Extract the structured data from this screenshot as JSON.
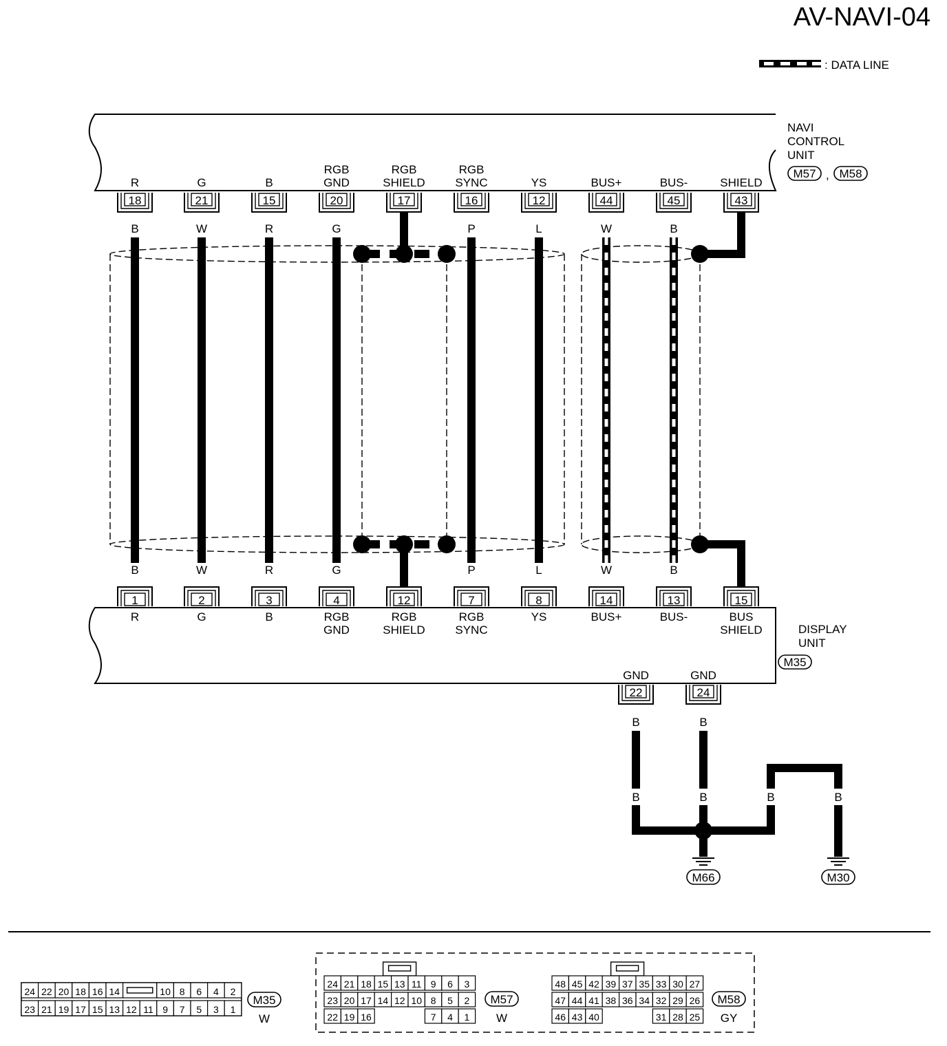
{
  "header": {
    "title": "AV-NAVI-04"
  },
  "legend": {
    "label": ": DATA LINE"
  },
  "navi_unit": {
    "name_lines": [
      "NAVI",
      "CONTROL",
      "UNIT"
    ],
    "connectors": [
      "M57",
      "M58"
    ],
    "separator": ","
  },
  "display_unit": {
    "name_lines": [
      "DISPLAY",
      "UNIT"
    ],
    "connector": "M35"
  },
  "wires": [
    {
      "top_label": [
        "R"
      ],
      "top_pin": "18",
      "top_color": "B",
      "bottom_color": "B",
      "bottom_pin": "1",
      "bottom_label": [
        "R"
      ]
    },
    {
      "top_label": [
        "G"
      ],
      "top_pin": "21",
      "top_color": "W",
      "bottom_color": "W",
      "bottom_pin": "2",
      "bottom_label": [
        "G"
      ]
    },
    {
      "top_label": [
        "B"
      ],
      "top_pin": "15",
      "top_color": "R",
      "bottom_color": "R",
      "bottom_pin": "3",
      "bottom_label": [
        "B"
      ]
    },
    {
      "top_label": [
        "RGB",
        "GND"
      ],
      "top_pin": "20",
      "top_color": "G",
      "bottom_color": "G",
      "bottom_pin": "4",
      "bottom_label": [
        "RGB",
        "GND"
      ]
    },
    {
      "top_label": [
        "RGB",
        "SHIELD"
      ],
      "top_pin": "17",
      "top_color": "",
      "bottom_color": "",
      "bottom_pin": "12",
      "bottom_label": [
        "RGB",
        "SHIELD"
      ]
    },
    {
      "top_label": [
        "RGB",
        "SYNC"
      ],
      "top_pin": "16",
      "top_color": "P",
      "bottom_color": "P",
      "bottom_pin": "7",
      "bottom_label": [
        "RGB",
        "SYNC"
      ]
    },
    {
      "top_label": [
        "YS"
      ],
      "top_pin": "12",
      "top_color": "L",
      "bottom_color": "L",
      "bottom_pin": "8",
      "bottom_label": [
        "YS"
      ]
    },
    {
      "top_label": [
        "BUS+"
      ],
      "top_pin": "44",
      "top_color": "W",
      "bottom_color": "W",
      "bottom_pin": "14",
      "bottom_label": [
        "BUS+"
      ]
    },
    {
      "top_label": [
        "BUS-"
      ],
      "top_pin": "45",
      "top_color": "B",
      "bottom_color": "B",
      "bottom_pin": "13",
      "bottom_label": [
        "BUS-"
      ]
    },
    {
      "top_label": [
        "SHIELD"
      ],
      "top_pin": "43",
      "top_color": "",
      "bottom_color": "",
      "bottom_pin": "15",
      "bottom_label": [
        "BUS",
        "SHIELD"
      ]
    }
  ],
  "ground": {
    "pins": [
      {
        "label": "GND",
        "pin": "22",
        "color": "B"
      },
      {
        "label": "GND",
        "pin": "24",
        "color": "B"
      }
    ],
    "lower_colors": [
      "B",
      "B",
      "B",
      "B"
    ],
    "points": [
      "M66",
      "M30"
    ]
  },
  "connector_views": {
    "m35": {
      "id": "M35",
      "color": "W",
      "row1": [
        "24",
        "22",
        "20",
        "18",
        "16",
        "14",
        "",
        "10",
        "8",
        "6",
        "4",
        "2"
      ],
      "row2": [
        "23",
        "21",
        "19",
        "17",
        "15",
        "13",
        "12",
        "11",
        "9",
        "7",
        "5",
        "3",
        "1"
      ]
    },
    "m57": {
      "id": "M57",
      "color": "W",
      "row1": [
        "24",
        "21",
        "18",
        "15",
        "13",
        "11",
        "9",
        "6",
        "3"
      ],
      "row2": [
        "23",
        "20",
        "17",
        "14",
        "12",
        "10",
        "8",
        "5",
        "2"
      ],
      "row3": [
        "22",
        "19",
        "16",
        "",
        "",
        "",
        "7",
        "4",
        "1"
      ]
    },
    "m58": {
      "id": "M58",
      "color": "GY",
      "row1": [
        "48",
        "45",
        "42",
        "39",
        "37",
        "35",
        "33",
        "30",
        "27"
      ],
      "row2": [
        "47",
        "44",
        "41",
        "38",
        "36",
        "34",
        "32",
        "29",
        "26"
      ],
      "row3": [
        "46",
        "43",
        "40",
        "",
        "",
        "",
        "31",
        "28",
        "25"
      ]
    }
  }
}
